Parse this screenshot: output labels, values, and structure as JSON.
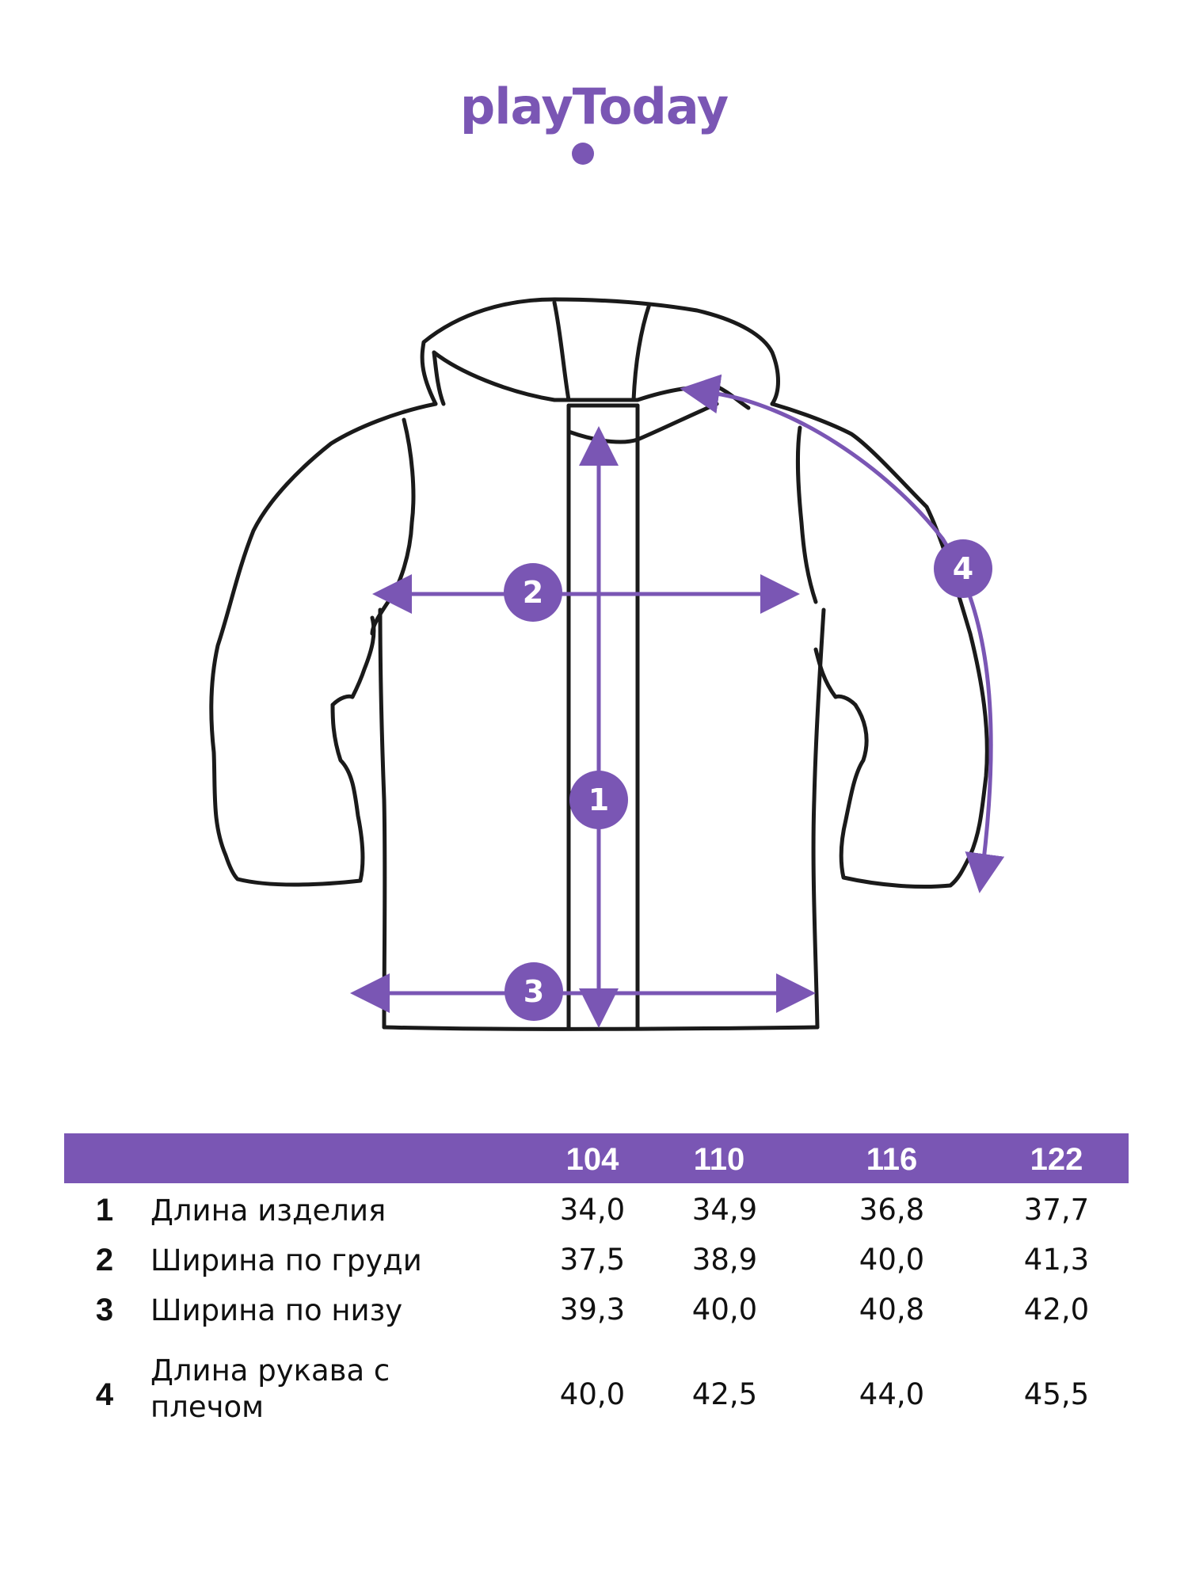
{
  "brand": {
    "name": "playToday",
    "color": "#7a56b4"
  },
  "markers": [
    "1",
    "2",
    "3",
    "4"
  ],
  "table": {
    "sizes": [
      "104",
      "110",
      "116",
      "122"
    ],
    "rows": [
      {
        "num": "1",
        "label": "Длина изделия",
        "values": [
          "34,0",
          "34,9",
          "36,8",
          "37,7"
        ]
      },
      {
        "num": "2",
        "label": "Ширина по груди",
        "values": [
          "37,5",
          "38,9",
          "40,0",
          "41,3"
        ]
      },
      {
        "num": "3",
        "label": "Ширина по низу",
        "values": [
          "39,3",
          "40,0",
          "40,8",
          "42,0"
        ]
      },
      {
        "num": "4",
        "label": "Длина рукава с плечом",
        "values": [
          "40,0",
          "42,5",
          "44,0",
          "45,5"
        ]
      }
    ]
  }
}
